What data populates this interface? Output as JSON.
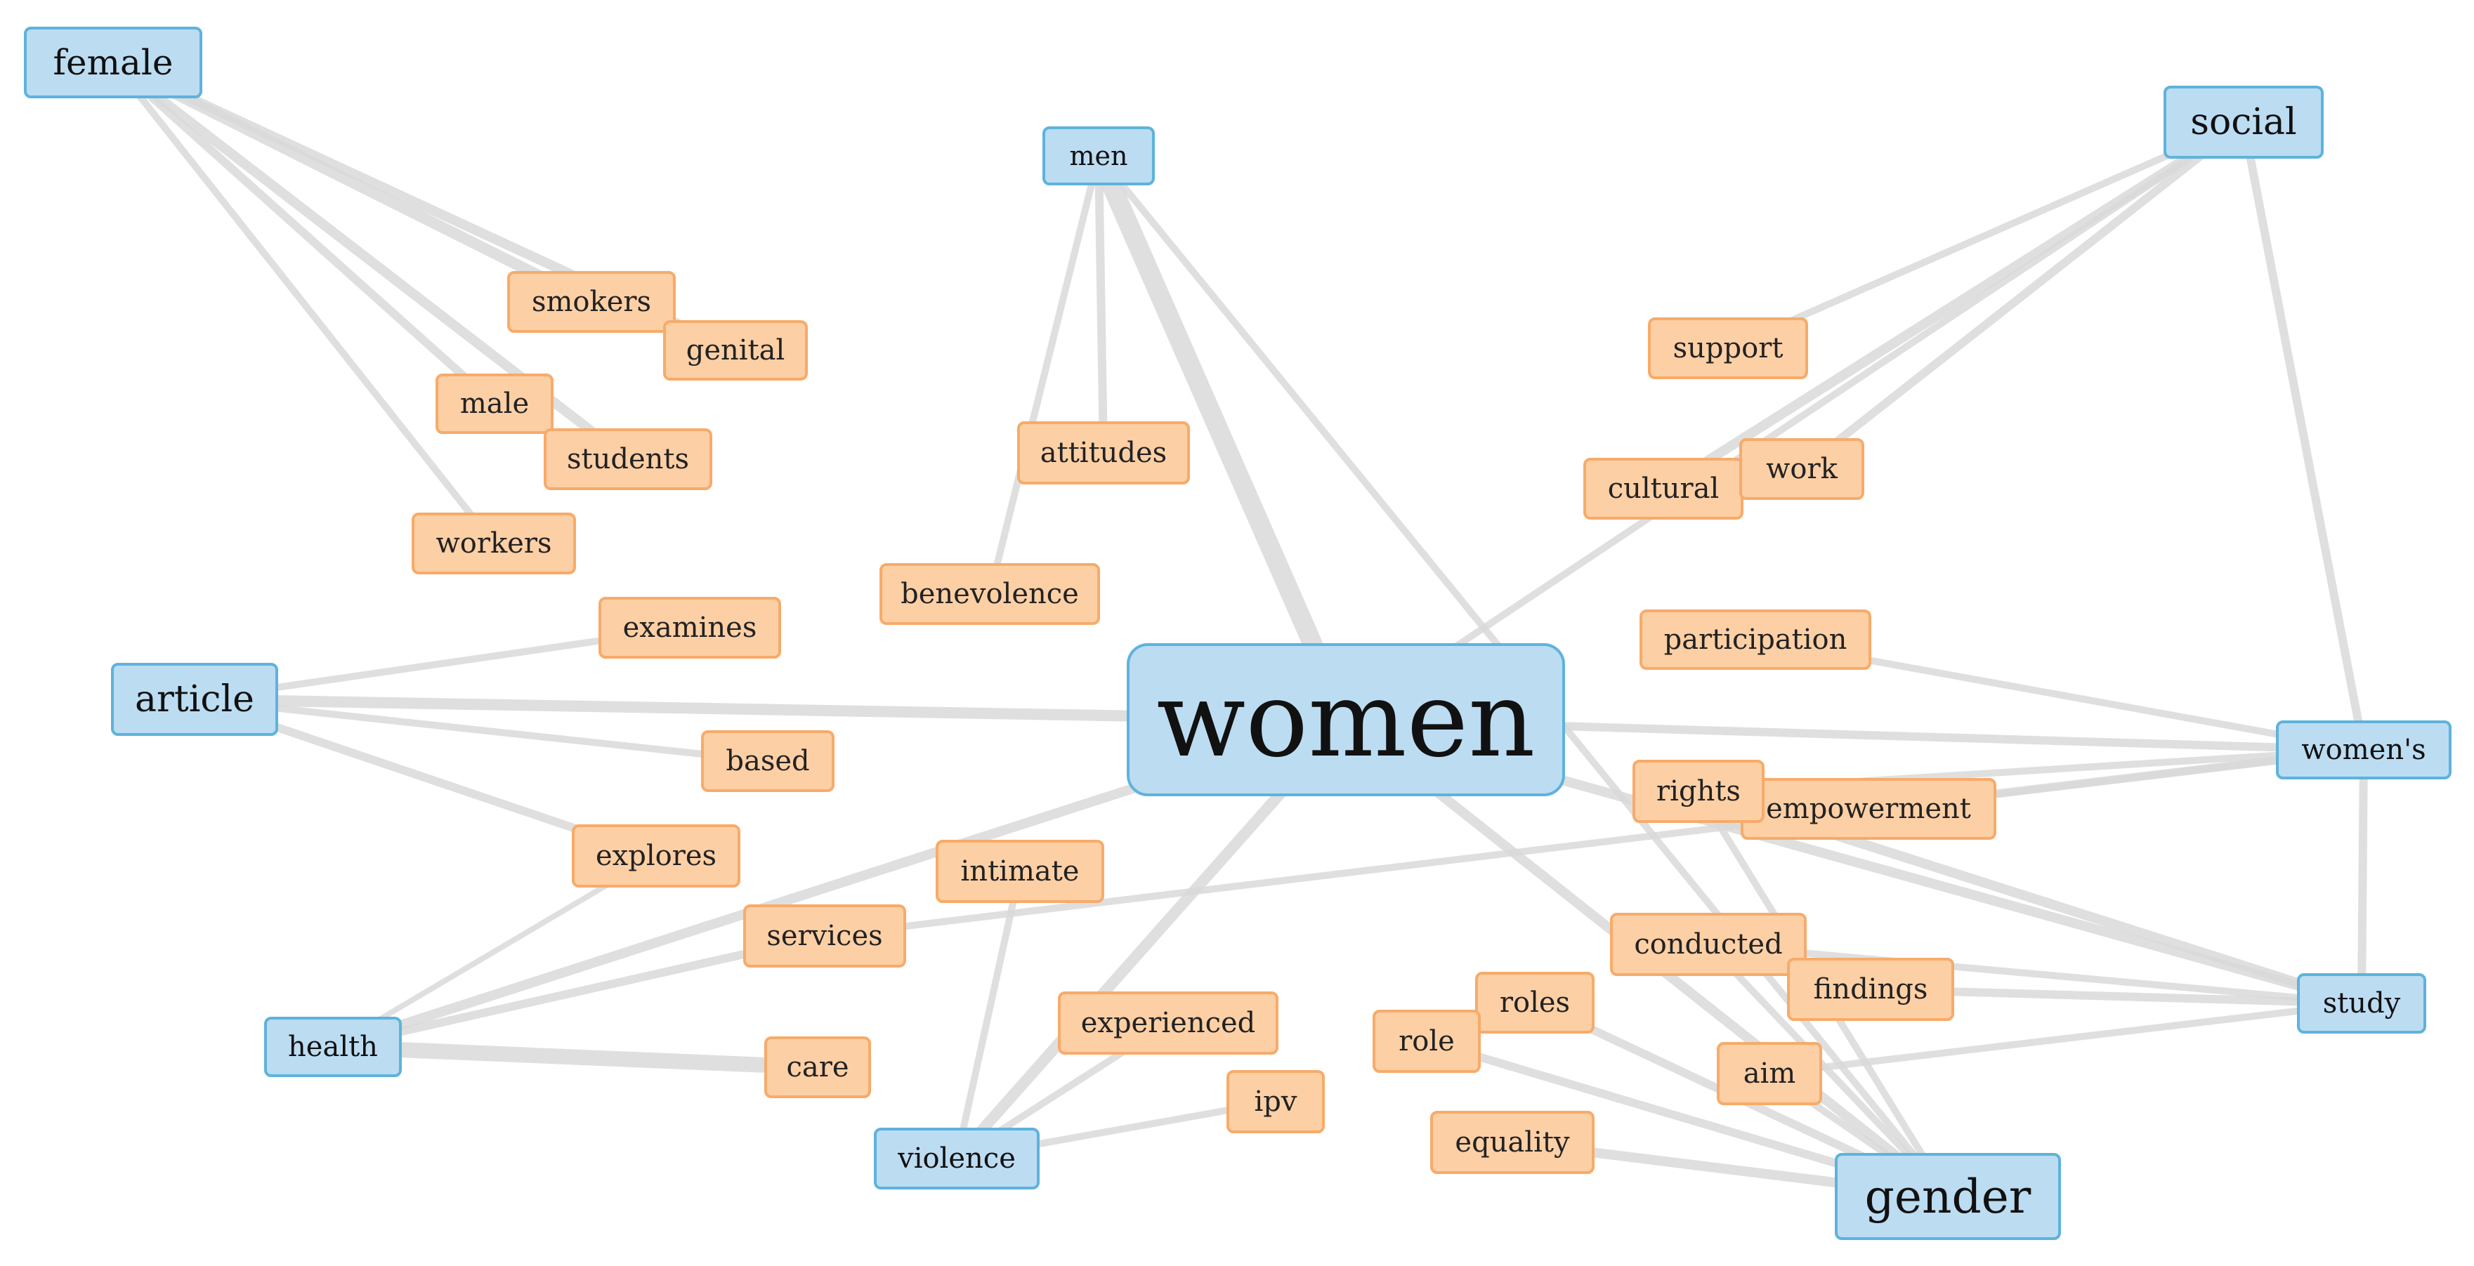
{
  "hubs": {
    "female": "female",
    "men": "men",
    "social": "social",
    "article": "article",
    "women": "women",
    "womens": "women's",
    "health": "health",
    "violence": "violence",
    "study": "study",
    "gender": "gender"
  },
  "terms": {
    "smokers": "smokers",
    "genital": "genital",
    "male": "male",
    "students": "students",
    "workers": "workers",
    "attitudes": "attitudes",
    "benevolence": "benevolence",
    "support": "support",
    "cultural": "cultural",
    "work": "work",
    "examines": "examines",
    "participation": "participation",
    "based": "based",
    "rights": "rights",
    "empowerment": "empowerment",
    "explores": "explores",
    "intimate": "intimate",
    "services": "services",
    "conducted": "conducted",
    "findings": "findings",
    "roles": "roles",
    "role": "role",
    "experienced": "experienced",
    "care": "care",
    "aim": "aim",
    "ipv": "ipv",
    "equality": "equality"
  },
  "colors": {
    "hub_fill": "#bcdcf2",
    "hub_border": "#5eb3dc",
    "term_fill": "#fdcfa5",
    "term_border": "#f7ab6a",
    "edge": "#d9d9d9"
  }
}
